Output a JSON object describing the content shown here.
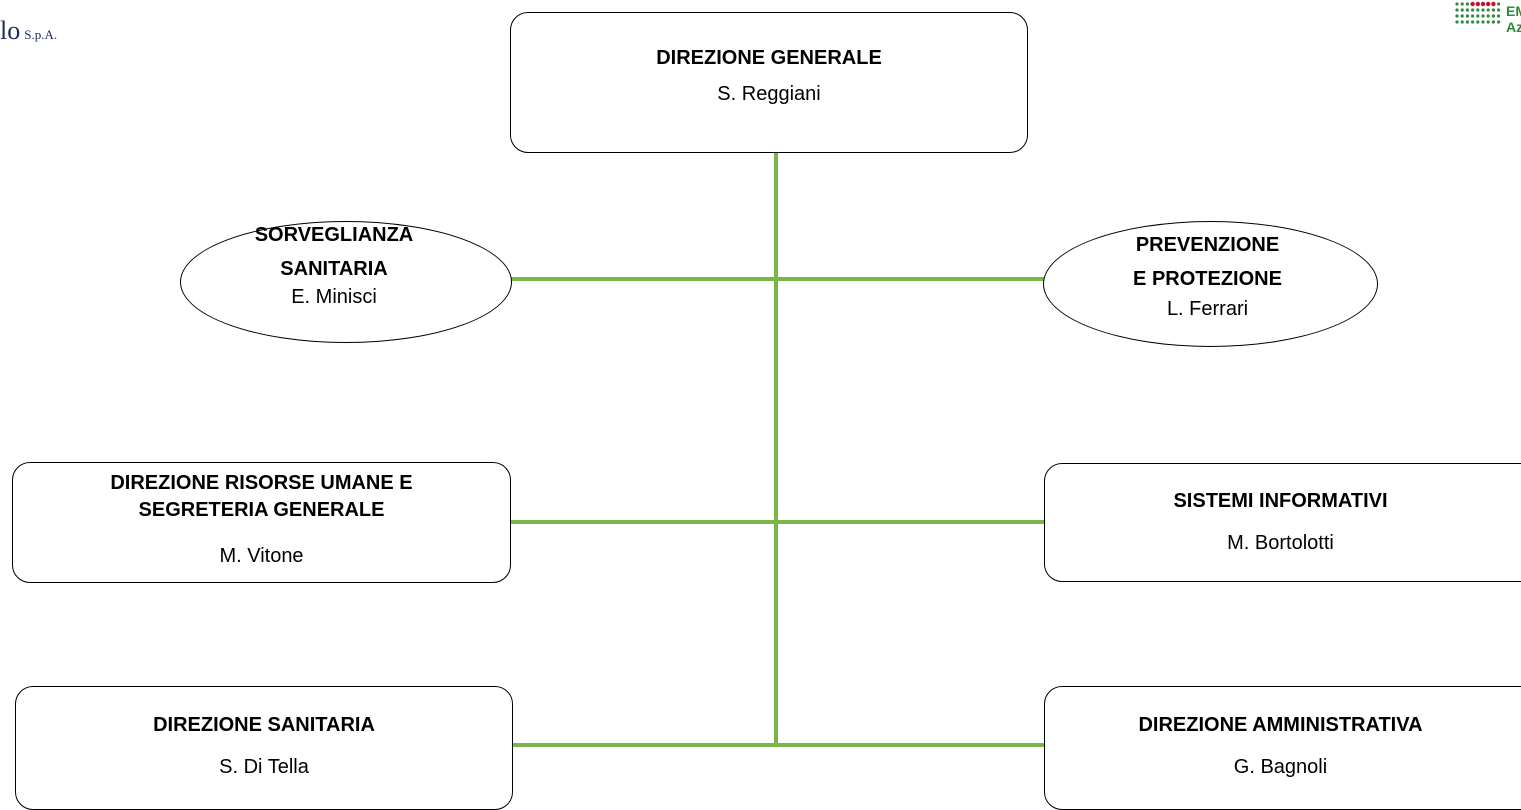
{
  "logos": {
    "left": {
      "text": "lo",
      "suffix": "S.p.A."
    },
    "right": {
      "line1": "EMILIA",
      "line2": "Aziend"
    }
  },
  "nodes": {
    "direzione_generale": {
      "title": "DIREZIONE GENERALE",
      "name": "S. Reggiani"
    },
    "sorveglianza_sanitaria": {
      "title_line1": "SORVEGLIANZA",
      "title_line2": "SANITARIA",
      "name": "E. Minisci"
    },
    "prevenzione_protezione": {
      "title_line1": "PREVENZIONE",
      "title_line2": "E PROTEZIONE",
      "name": "L. Ferrari"
    },
    "risorse_umane": {
      "title_line1": "DIREZIONE RISORSE UMANE E",
      "title_line2": "SEGRETERIA GENERALE",
      "name": "M. Vitone"
    },
    "sistemi_informativi": {
      "title": "SISTEMI INFORMATIVI",
      "name": "M. Bortolotti"
    },
    "direzione_sanitaria": {
      "title": "DIREZIONE SANITARIA",
      "name": "S. Di Tella"
    },
    "direzione_amministrativa": {
      "title": "DIREZIONE AMMINISTRATIVA",
      "name": "G. Bagnoli"
    }
  },
  "colors": {
    "connector": "#7ab648",
    "border": "#000000",
    "logo_green": "#2e8b3a",
    "logo_red": "#c8102e"
  }
}
